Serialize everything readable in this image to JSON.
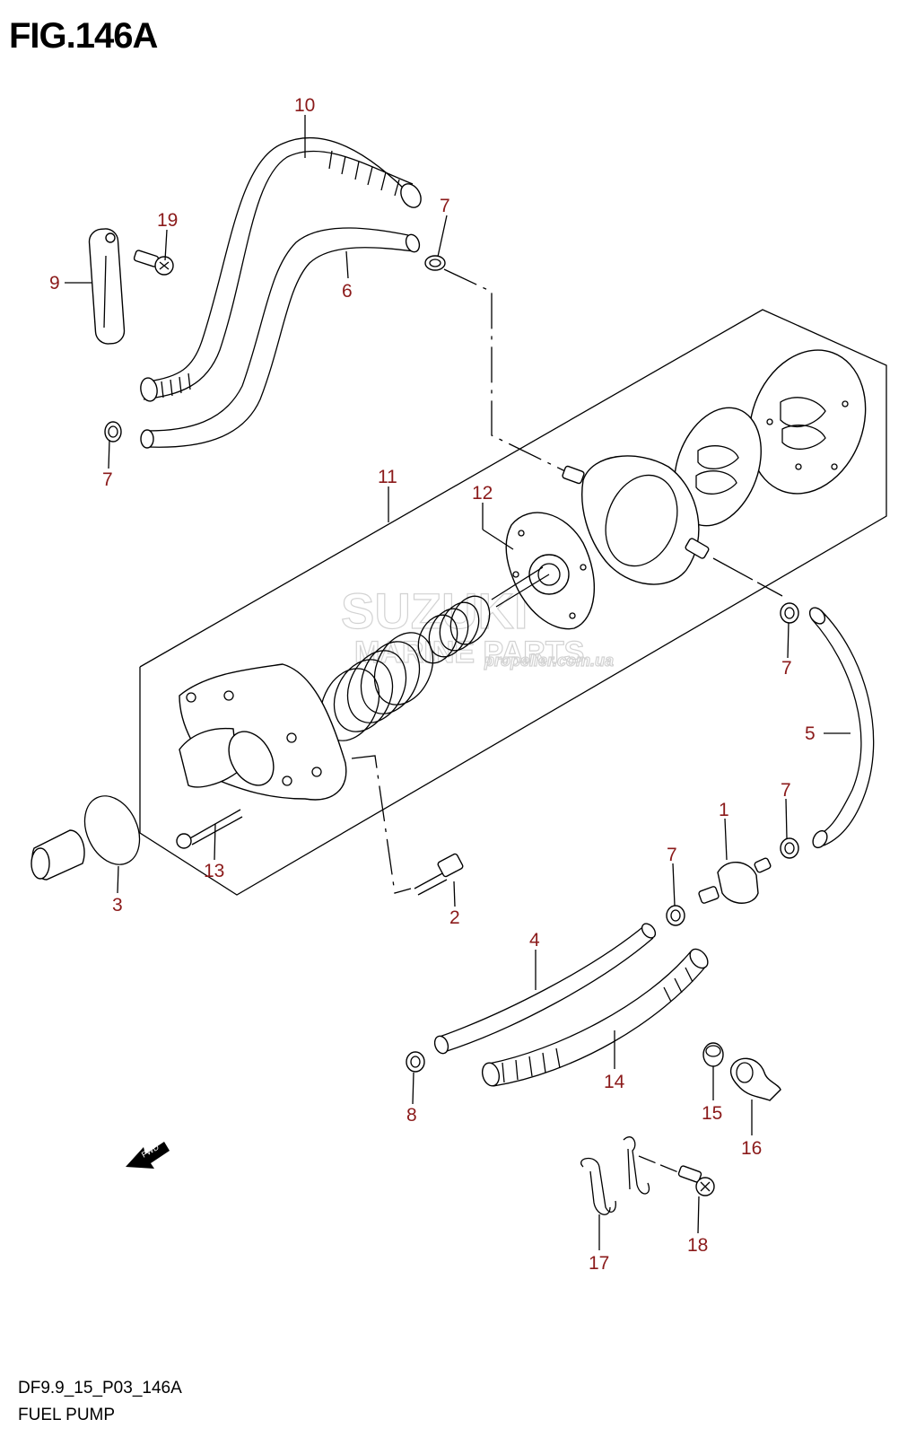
{
  "figure": {
    "title": "FIG.146A",
    "code": "DF9.9_15_P03_146A",
    "name": "FUEL PUMP"
  },
  "direction_badge": "FWD",
  "watermark": {
    "line1": "SUZUKI",
    "line2": "MARINE PARTS",
    "line3": "propeller.com.ua"
  },
  "callouts": [
    {
      "id": "c1",
      "text": "1"
    },
    {
      "id": "c2",
      "text": "2"
    },
    {
      "id": "c3",
      "text": "3"
    },
    {
      "id": "c4",
      "text": "4"
    },
    {
      "id": "c5",
      "text": "5"
    },
    {
      "id": "c6",
      "text": "6"
    },
    {
      "id": "c7a",
      "text": "7"
    },
    {
      "id": "c7b",
      "text": "7"
    },
    {
      "id": "c7c",
      "text": "7"
    },
    {
      "id": "c7d",
      "text": "7"
    },
    {
      "id": "c7e",
      "text": "7"
    },
    {
      "id": "c8",
      "text": "8"
    },
    {
      "id": "c9",
      "text": "9"
    },
    {
      "id": "c10",
      "text": "10"
    },
    {
      "id": "c11",
      "text": "11"
    },
    {
      "id": "c12",
      "text": "12"
    },
    {
      "id": "c13",
      "text": "13"
    },
    {
      "id": "c14",
      "text": "14"
    },
    {
      "id": "c15",
      "text": "15"
    },
    {
      "id": "c16",
      "text": "16"
    },
    {
      "id": "c17",
      "text": "17"
    },
    {
      "id": "c18",
      "text": "18"
    },
    {
      "id": "c19",
      "text": "19"
    }
  ]
}
